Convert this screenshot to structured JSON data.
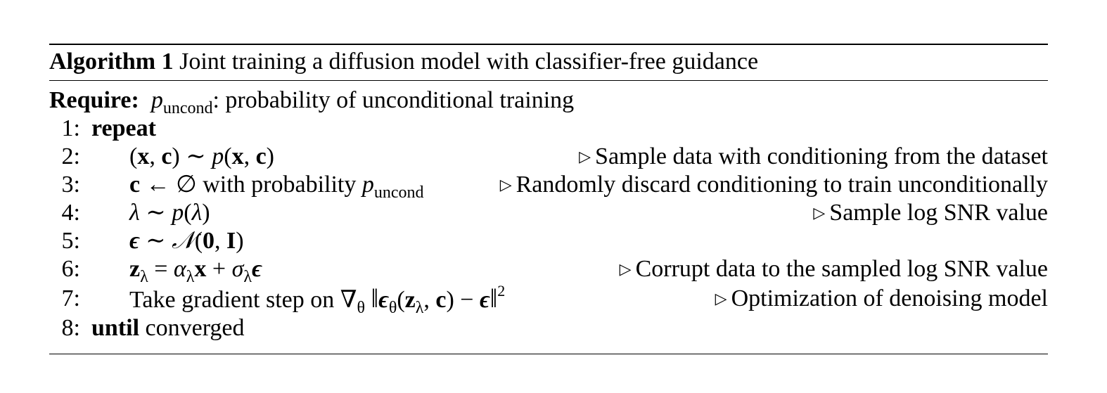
{
  "algorithm": {
    "label": "Algorithm 1",
    "title": "Joint training a diffusion model with classifier-free guidance"
  },
  "require": {
    "label": "Require:",
    "var": "p",
    "var_sub": "uncond",
    "text": ": probability of unconditional training"
  },
  "steps": [
    {
      "num": "1:",
      "keyword": "repeat"
    },
    {
      "num": "2:",
      "comment": "Sample data with conditioning from the dataset"
    },
    {
      "num": "3:",
      "text_mid": " with probability ",
      "var_sub": "uncond",
      "comment": "Randomly discard conditioning to train unconditionally"
    },
    {
      "num": "4:",
      "comment": "Sample log SNR value"
    },
    {
      "num": "5:"
    },
    {
      "num": "6:",
      "comment": "Corrupt data to the sampled log SNR value"
    },
    {
      "num": "7:",
      "text": "Take gradient step on ",
      "comment": "Optimization of denoising model"
    },
    {
      "num": "8:",
      "keyword": "until",
      "text": " converged"
    }
  ],
  "comment_icon": "right-triangle-icon"
}
